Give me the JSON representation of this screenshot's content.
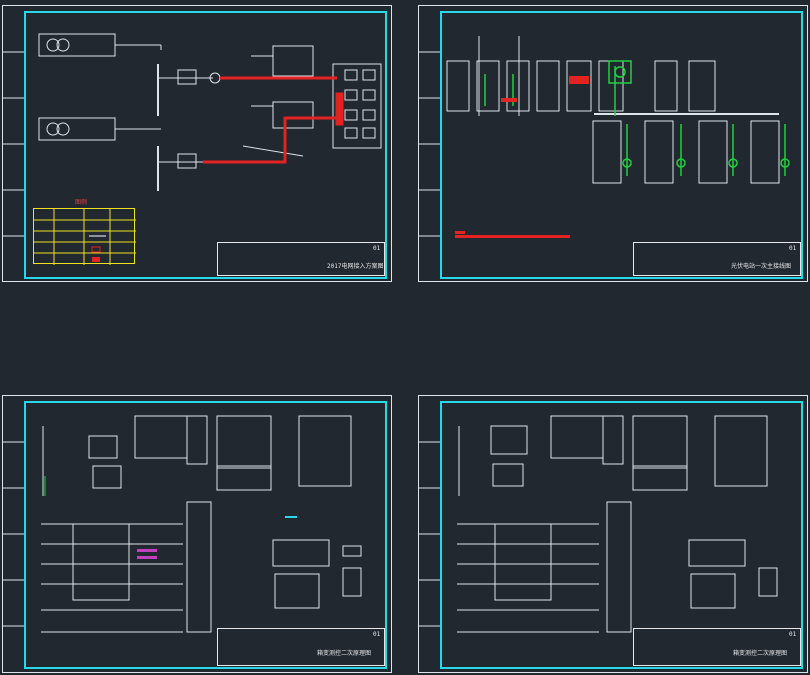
{
  "colors": {
    "background": "#212830",
    "frame": "#dfe3ea",
    "border_inner": "#27d9e6",
    "line": "#e8e8e8",
    "highlight_red": "#e32222",
    "highlight_green": "#22d040",
    "legend_yellow": "#f0e020",
    "accent_magenta": "#c040c0"
  },
  "sheets": [
    {
      "id": "sheet-1",
      "title": "2017电网接入方案图",
      "revision": "01"
    },
    {
      "id": "sheet-2",
      "title": "光伏电站一次主接线图",
      "revision": "01"
    },
    {
      "id": "sheet-3",
      "title": "箱变测控二次原理图",
      "revision": "01"
    },
    {
      "id": "sheet-4",
      "title": "箱变测控二次原理图",
      "revision": "01"
    }
  ],
  "legend": {
    "title": "图例"
  }
}
